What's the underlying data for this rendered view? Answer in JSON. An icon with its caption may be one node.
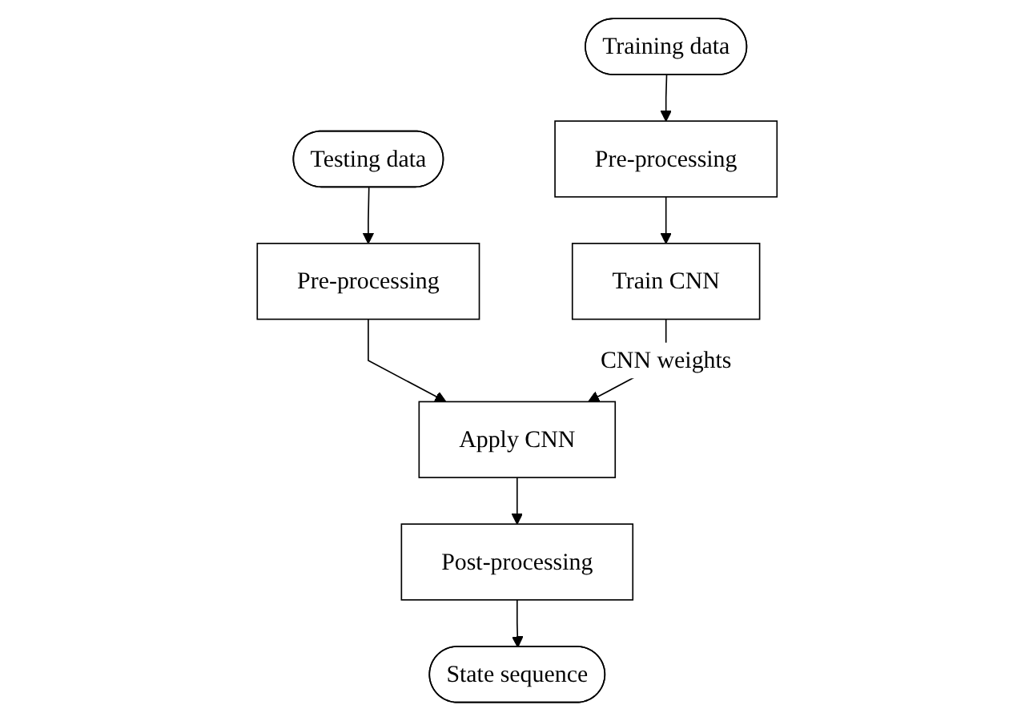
{
  "diagram": {
    "nodes": [
      {
        "text": [
          "Training data"
        ]
      },
      {
        "text": [
          "Pre-processing"
        ]
      },
      {
        "text": [
          "Train CNN"
        ]
      },
      {
        "text": [
          "Testing data"
        ]
      },
      {
        "text": [
          "Pre-processing"
        ]
      },
      {
        "text": [
          "Apply CNN"
        ]
      },
      {
        "text": [
          "Post-processing"
        ]
      },
      {
        "text": [
          "State sequence"
        ]
      }
    ],
    "edges": [
      {
        "from": 0,
        "to": 1,
        "arrow": "to"
      },
      {
        "from": 1,
        "to": 2,
        "arrow": "to"
      },
      {
        "from": 3,
        "to": 4,
        "arrow": "to"
      },
      {
        "from": 4,
        "to": 5,
        "arrow": "to"
      },
      {
        "from": 2,
        "to": 5,
        "arrow": "to",
        "label": "CNN weights"
      },
      {
        "from": 5,
        "to": 6,
        "arrow": "to"
      },
      {
        "from": 6,
        "to": 7,
        "arrow": "to"
      }
    ]
  }
}
